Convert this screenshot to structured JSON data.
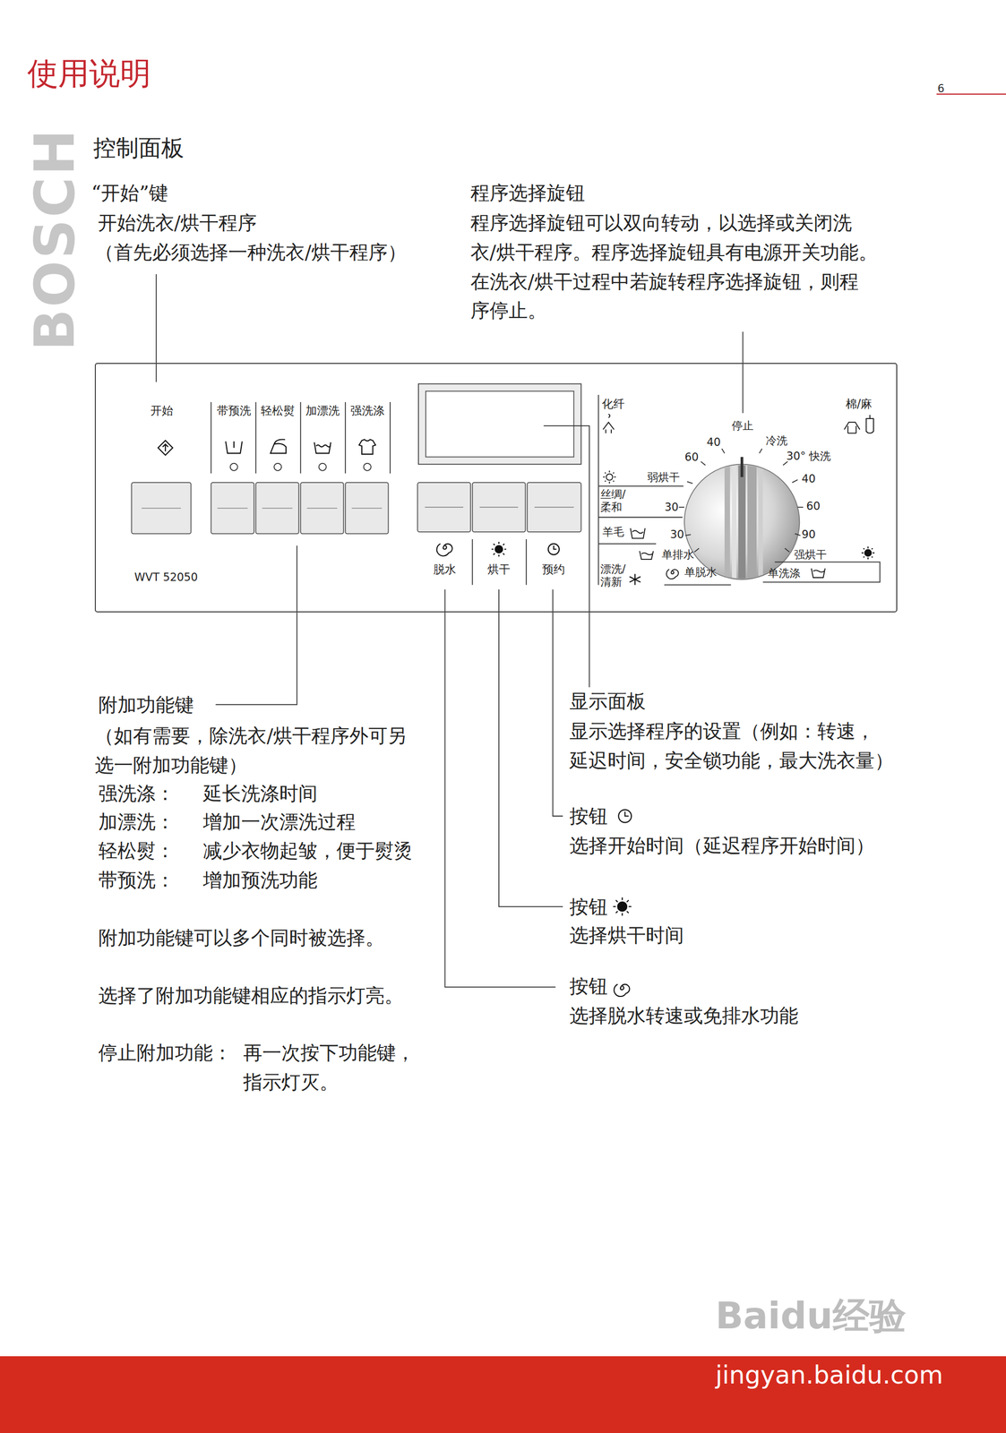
{
  "diagram": {
    "title": "控制面板",
    "nodes": [
      {
        "text": [
          "WVT 52050"
        ]
      }
    ],
    "labels": [
      "使用说明",
      "6",
      "BOSCH",
      "“开始”键",
      "开始洗衣/烘干程序",
      "（首先必须选择一种洗衣/烘干程序）",
      "程序选择旋钮",
      "程序选择旋钮可以双向转动，以选择或关闭洗 衣/烘干程序。程序选择旋钮具有电源开关功能。 在洗衣/烘干过程中若旋转程序选择旋钮，则程 序停止。",
      "开始",
      "带预洗",
      "轻松熨",
      "加漂洗",
      "强洗涤",
      "化纤",
      "停止",
      "棉/麻",
      "40",
      "冷洗",
      "60",
      "30° 快洗",
      "弱烘干",
      "40",
      "丝绸/ 柔和",
      "30",
      "60",
      "羊毛",
      "30",
      "90",
      "单排水",
      "强烘干",
      "漂洗/ 清新",
      "单脱水",
      "单洗涤",
      "脱水",
      "烘干",
      "预约",
      "附加功能键",
      "（如有需要，除洗衣/烘干程序外可另 选一附加功能键）",
      "强洗涤：",
      "延长洗涤时间",
      "加漂洗：",
      "增加一次漂洗过程",
      "轻松熨：",
      "减少衣物起皱，便于熨烫",
      "带预洗：",
      "增加预洗功能",
      "附加功能键可以多个同时被选择。",
      "选择了附加功能键相应的指示灯亮。",
      "停止附加功能：",
      "再一次按下功能键， 指示灯灭。",
      "显示面板",
      "显示选择程序的设置（例如：转速， 延迟时间，安全锁功能，最大洗衣量）",
      "按钮",
      "选择开始时间（延迟程序开始时间）",
      "按钮",
      "选择烘干时间",
      "按钮",
      "选择脱水转速或免排水功能",
      "Baidu经验",
      "jingyan.baidu.com"
    ]
  }
}
